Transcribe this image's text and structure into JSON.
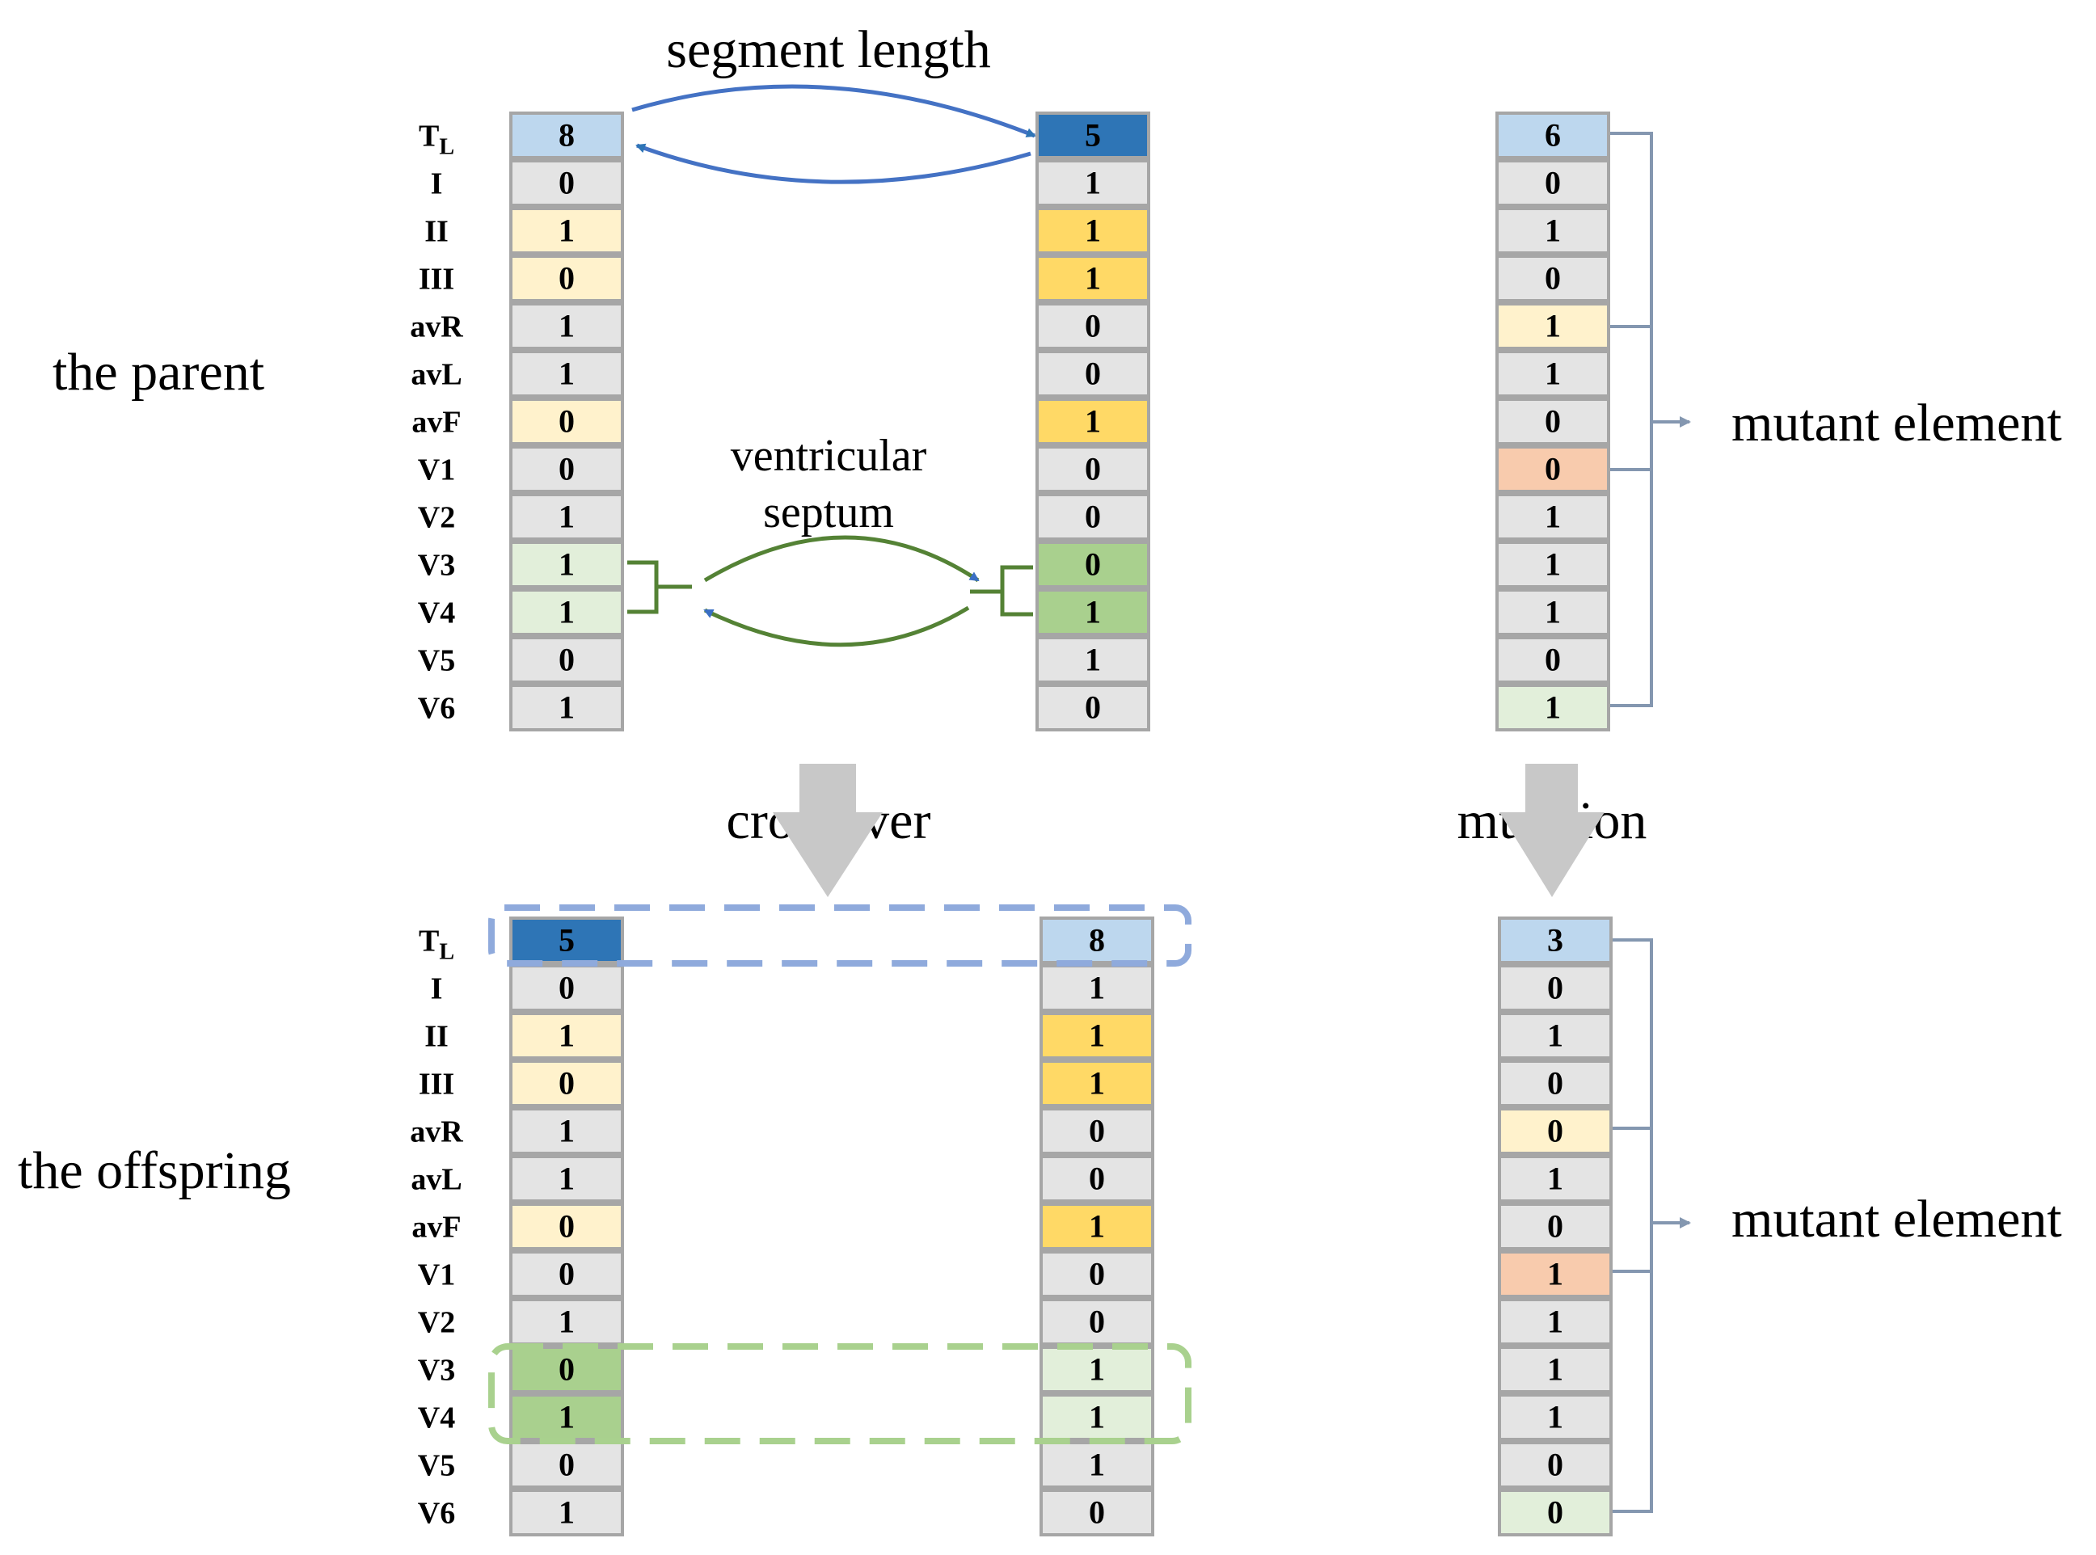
{
  "row_labels": [
    "T",
    "I",
    "II",
    "III",
    "avR",
    "avL",
    "avF",
    "V1",
    "V2",
    "V3",
    "V4",
    "V5",
    "V6"
  ],
  "row_label_subscript": "L",
  "labels": {
    "parent": "the parent",
    "offspring": "the offspring",
    "segment_length": "segment length",
    "ventricular_line1": "ventricular",
    "ventricular_line2": "septum",
    "crossover": "crossover",
    "mutation": "mutation",
    "mutant_top": "mutant element",
    "mutant_bottom": "mutant element"
  },
  "colors": {
    "light_blue": "#bdd7ee",
    "dark_blue": "#2e75b6",
    "light_yellow": "#fff2cc",
    "gold": "#ffd966",
    "light_green": "#e2efda",
    "green": "#a9d08e",
    "orange": "#f8cbad",
    "gray": "#e4e4e4",
    "cell_border": "#a6a6a6",
    "blue_arrow": "#4472c4",
    "green_arrow": "#548235",
    "bracket": "#8497b0",
    "big_arrow": "#c8c8c8",
    "blue_dash": "#8faadc",
    "green_dash": "#a9d18e"
  },
  "columns": {
    "parent_1": {
      "values": [
        "8",
        "0",
        "1",
        "0",
        "1",
        "1",
        "0",
        "0",
        "1",
        "1",
        "1",
        "0",
        "1"
      ],
      "colors": [
        "light_blue",
        "gray",
        "light_yellow",
        "light_yellow",
        "gray",
        "gray",
        "light_yellow",
        "gray",
        "gray",
        "light_green",
        "light_green",
        "gray",
        "gray"
      ]
    },
    "parent_2": {
      "values": [
        "5",
        "1",
        "1",
        "1",
        "0",
        "0",
        "1",
        "0",
        "0",
        "0",
        "1",
        "1",
        "0"
      ],
      "colors": [
        "dark_blue",
        "gray",
        "gold",
        "gold",
        "gray",
        "gray",
        "gold",
        "gray",
        "gray",
        "green",
        "green",
        "gray",
        "gray"
      ]
    },
    "mutation_before": {
      "values": [
        "6",
        "0",
        "1",
        "0",
        "1",
        "1",
        "0",
        "0",
        "1",
        "1",
        "1",
        "0",
        "1"
      ],
      "colors": [
        "light_blue",
        "gray",
        "gray",
        "gray",
        "light_yellow",
        "gray",
        "gray",
        "orange",
        "gray",
        "gray",
        "gray",
        "gray",
        "light_green"
      ]
    },
    "offspring_1": {
      "values": [
        "5",
        "0",
        "1",
        "0",
        "1",
        "1",
        "0",
        "0",
        "1",
        "0",
        "1",
        "0",
        "1"
      ],
      "colors": [
        "dark_blue",
        "gray",
        "light_yellow",
        "light_yellow",
        "gray",
        "gray",
        "light_yellow",
        "gray",
        "gray",
        "green",
        "green",
        "gray",
        "gray"
      ]
    },
    "offspring_2": {
      "values": [
        "8",
        "1",
        "1",
        "1",
        "0",
        "0",
        "1",
        "0",
        "0",
        "1",
        "1",
        "1",
        "0"
      ],
      "colors": [
        "light_blue",
        "gray",
        "gold",
        "gold",
        "gray",
        "gray",
        "gold",
        "gray",
        "gray",
        "light_green",
        "light_green",
        "gray",
        "gray"
      ]
    },
    "mutation_after": {
      "values": [
        "3",
        "0",
        "1",
        "0",
        "0",
        "1",
        "0",
        "1",
        "1",
        "1",
        "1",
        "0",
        "0"
      ],
      "colors": [
        "light_blue",
        "gray",
        "gray",
        "gray",
        "light_yellow",
        "gray",
        "gray",
        "orange",
        "gray",
        "gray",
        "gray",
        "gray",
        "light_green"
      ]
    }
  },
  "icons": {
    "big_arrow": "down-arrow-icon",
    "bracket": "bracket-icon",
    "pointer": "right-arrow-icon"
  }
}
